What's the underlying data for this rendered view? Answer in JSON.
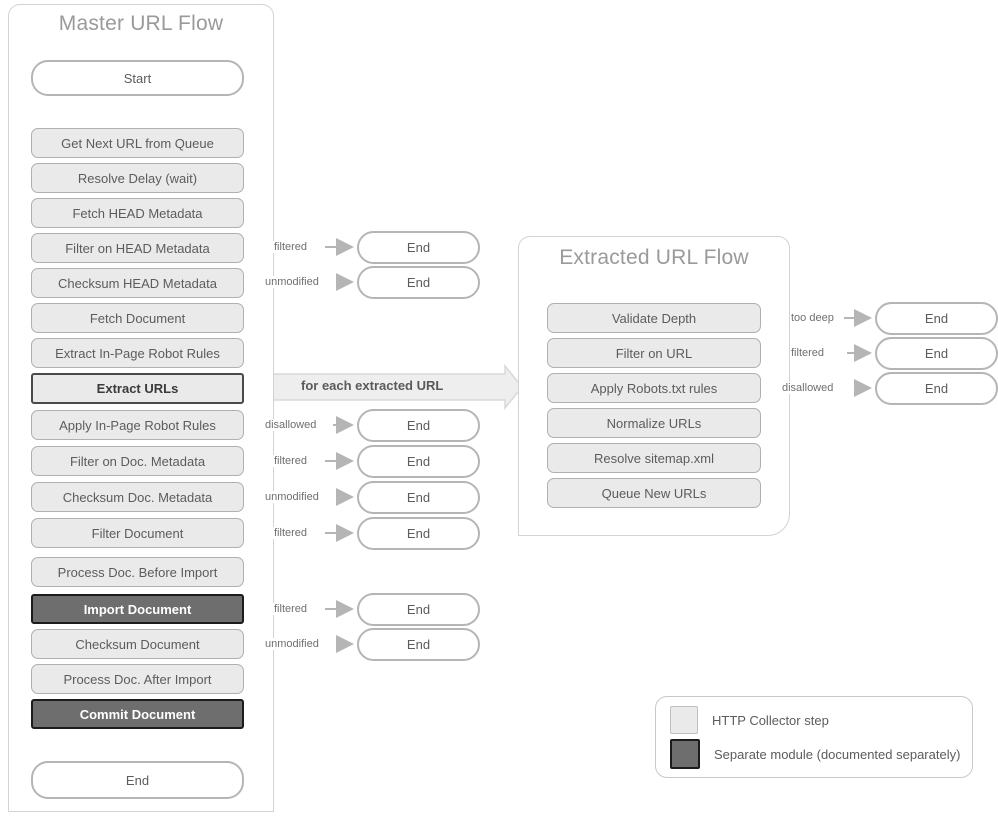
{
  "diagram": {
    "title_master": "Master URL Flow",
    "title_extracted": "Extracted URL Flow"
  },
  "master_flow": {
    "start": "Start",
    "end": "End",
    "steps": [
      {
        "label": "Get Next URL from Queue",
        "kind": "step"
      },
      {
        "label": "Resolve Delay (wait)",
        "kind": "step"
      },
      {
        "label": "Fetch HEAD Metadata",
        "kind": "step"
      },
      {
        "label": "Filter on HEAD Metadata",
        "kind": "step"
      },
      {
        "label": "Checksum HEAD Metadata",
        "kind": "step"
      },
      {
        "label": "Fetch Document",
        "kind": "step"
      },
      {
        "label": "Extract In-Page Robot Rules",
        "kind": "step"
      },
      {
        "label": "Extract URLs",
        "kind": "module-outline"
      },
      {
        "label": "Apply In-Page Robot Rules",
        "kind": "step"
      },
      {
        "label": "Filter on Doc. Metadata",
        "kind": "step"
      },
      {
        "label": "Checksum Doc. Metadata",
        "kind": "step"
      },
      {
        "label": "Filter Document",
        "kind": "step"
      },
      {
        "label": "Process Doc. Before Import",
        "kind": "step"
      },
      {
        "label": "Import Document",
        "kind": "module-filled"
      },
      {
        "label": "Checksum Document",
        "kind": "step"
      },
      {
        "label": "Process Doc. After Import",
        "kind": "step"
      },
      {
        "label": "Commit Document",
        "kind": "module-filled"
      }
    ],
    "branches": [
      {
        "label": "filtered",
        "target": "End"
      },
      {
        "label": "unmodified",
        "target": "End"
      },
      {
        "label": "disallowed",
        "target": "End"
      },
      {
        "label": "filtered",
        "target": "End"
      },
      {
        "label": "unmodified",
        "target": "End"
      },
      {
        "label": "filtered",
        "target": "End"
      },
      {
        "label": "filtered",
        "target": "End"
      },
      {
        "label": "unmodified",
        "target": "End"
      }
    ],
    "cross_flow_label": "for each extracted URL"
  },
  "extracted_flow": {
    "steps": [
      {
        "label": "Validate Depth"
      },
      {
        "label": "Filter on URL"
      },
      {
        "label": "Apply Robots.txt rules"
      },
      {
        "label": "Normalize URLs"
      },
      {
        "label": "Resolve sitemap.xml"
      },
      {
        "label": "Queue New URLs"
      }
    ],
    "branches": [
      {
        "label": "too deep",
        "target": "End"
      },
      {
        "label": "filtered",
        "target": "End"
      },
      {
        "label": "disallowed",
        "target": "End"
      }
    ]
  },
  "legend": {
    "items": [
      {
        "swatch": "light",
        "label": "HTTP Collector step"
      },
      {
        "swatch": "dark",
        "label": "Separate module (documented separately)"
      }
    ]
  },
  "colors": {
    "step_fill": "#eaeaea",
    "step_border": "#b0b0b0",
    "module_fill": "#6e6e6e",
    "module_border": "#1c1c1c",
    "panel_border": "#d3d3d3",
    "text": "#5c5c5c",
    "connector": "#b5b5b5"
  }
}
